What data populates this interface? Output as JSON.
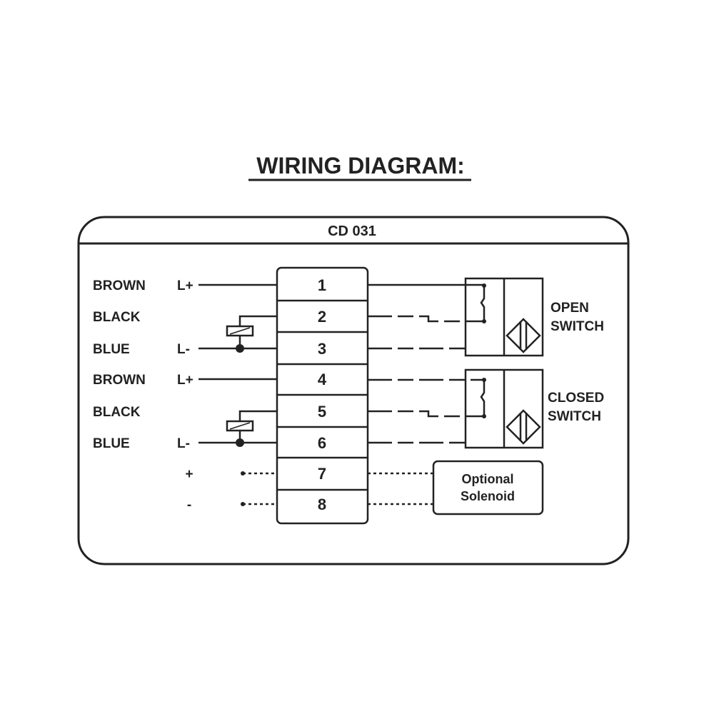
{
  "title": "WIRING DIAGRAM:",
  "model": "CD 031",
  "left_labels": [
    {
      "color": "BROWN",
      "polarity": "L+"
    },
    {
      "color": "BLACK",
      "polarity": ""
    },
    {
      "color": "BLUE",
      "polarity": "L-"
    },
    {
      "color": "BROWN",
      "polarity": "L+"
    },
    {
      "color": "BLACK",
      "polarity": ""
    },
    {
      "color": "BLUE",
      "polarity": "L-"
    },
    {
      "color": "",
      "polarity": "+"
    },
    {
      "color": "",
      "polarity": "-"
    }
  ],
  "terminals": [
    "1",
    "2",
    "3",
    "4",
    "5",
    "6",
    "7",
    "8"
  ],
  "open_switch": [
    "OPEN",
    "SWITCH"
  ],
  "closed_switch": [
    "CLOSED",
    "SWITCH"
  ],
  "solenoid": [
    "Optional",
    "Solenoid"
  ]
}
